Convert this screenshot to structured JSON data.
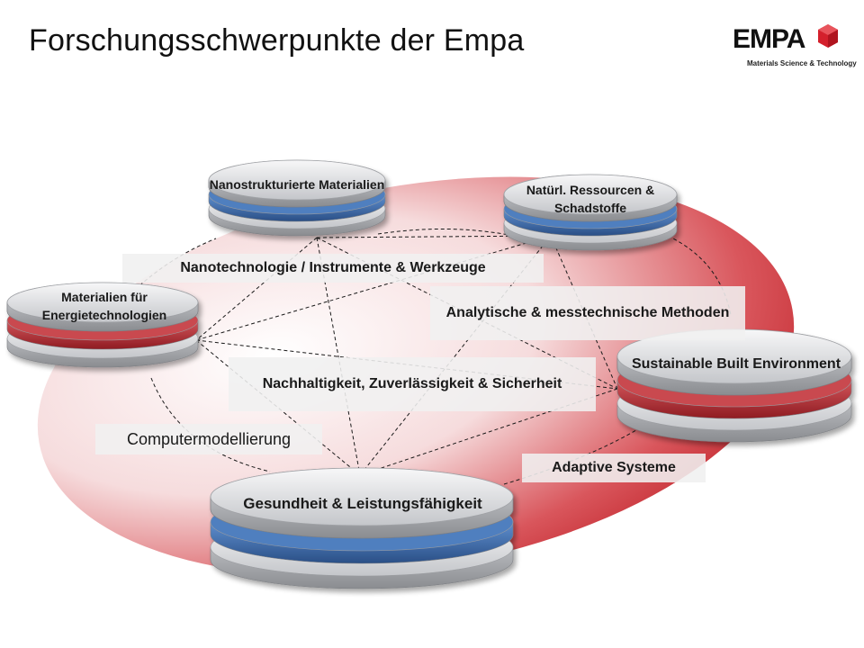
{
  "title": "Forschungsschwerpunkte der Empa",
  "logo": {
    "wordmark": "EMPA",
    "tagline": "Materials Science & Technology"
  },
  "colors": {
    "accent_red": "#c8323a",
    "accent_blue": "#3f6fb0",
    "disc_gray": "#c9cbcf"
  },
  "nodes": {
    "nano": {
      "label": "Nanostrukturierte Materialien",
      "color": "blue"
    },
    "natur": {
      "label": "Natürl. Ressourcen & Schadstoffe",
      "color": "blue"
    },
    "energie": {
      "label": "Materialien für Energietechnologien",
      "color": "red"
    },
    "built": {
      "label": "Sustainable Built Environment",
      "color": "red"
    },
    "gesund": {
      "label": "Gesundheit & Leistungsfähigkeit",
      "color": "blue"
    }
  },
  "themes": {
    "nanotech": "Nanotechnologie / Instrumente & Werkzeuge",
    "analytik": "Analytische & messtechnische Methoden",
    "nachhaltig": "Nachhaltigkeit, Zuverlässigkeit & Sicherheit",
    "computer": "Computermodellierung",
    "adaptiv": "Adaptive Systeme"
  }
}
